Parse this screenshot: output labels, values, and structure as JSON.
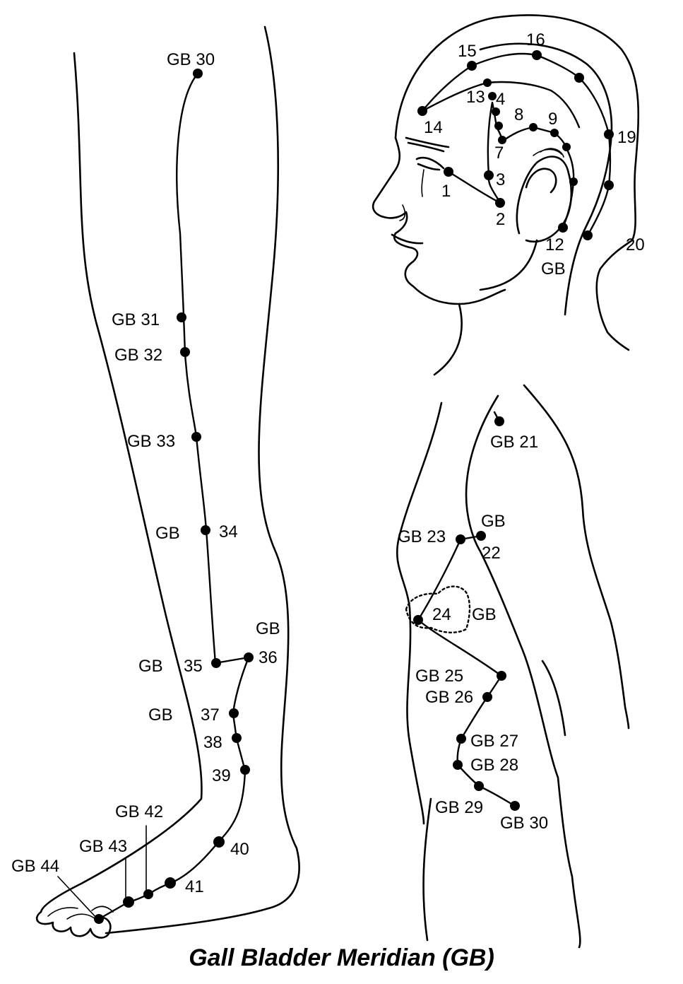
{
  "title": "Gall Bladder Meridian (GB)",
  "head_labels": {
    "p1": "1",
    "p2": "2",
    "p3": "3",
    "p4": "4",
    "p7": "7",
    "p8": "8",
    "p9": "9",
    "p12": "12",
    "p12_gb": "GB",
    "p13": "13",
    "p14": "14",
    "p15": "15",
    "p16": "16",
    "p19": "19",
    "p20": "20"
  },
  "torso_labels": {
    "gb21": "GB 21",
    "gb22_gb": "GB",
    "gb22": "22",
    "gb23": "GB 23",
    "gb24": "24",
    "gb24_gb": "GB",
    "gb25": "GB 25",
    "gb26": "GB 26",
    "gb27": "GB 27",
    "gb28": "GB 28",
    "gb29": "GB 29",
    "gb30": "GB 30"
  },
  "leg_labels": {
    "gb30": "GB 30",
    "gb31": "GB 31",
    "gb32": "GB 32",
    "gb33": "GB 33",
    "gb34_gb": "GB",
    "gb34": "34",
    "gb35_gb": "GB",
    "gb35": "35",
    "gb36_gb": "GB",
    "gb36": "36",
    "gb37_gb": "GB",
    "gb37": "37",
    "gb38": "38",
    "gb39": "39",
    "gb40": "40",
    "gb41": "41",
    "gb42": "GB 42",
    "gb43": "GB 43",
    "gb44": "GB 44"
  }
}
